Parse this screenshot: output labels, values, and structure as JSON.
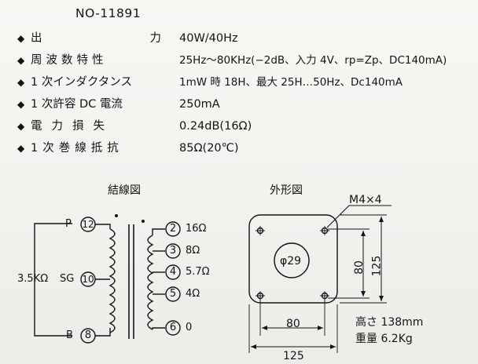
{
  "model": "NO-11891",
  "specs": [
    {
      "bullet": "◆",
      "label": "出　　力",
      "value": "40W/40Hz"
    },
    {
      "bullet": "◆",
      "label": "周波数特性",
      "value": "25Hz～80KHz(−2dB、入力 4V、rp=Zp、DC140mA)"
    },
    {
      "bullet": "◆",
      "label": "1 次インダクタンス",
      "value": "1mW 時 18H、最大 25H…50Hz、Dc140mA"
    },
    {
      "bullet": "◆",
      "label": "1 次許容 DC 電流",
      "value": "250mA"
    },
    {
      "bullet": "◆",
      "label": "電力損失",
      "value": "0.24dB(16Ω)"
    },
    {
      "bullet": "◆",
      "label": "1次巻線抵抗",
      "value": "85Ω(20℃)"
    }
  ],
  "wiring": {
    "title": "結線図",
    "impedance": "3.5KΩ",
    "primary": [
      {
        "name": "P",
        "pin": "12"
      },
      {
        "name": "SG",
        "pin": "10"
      },
      {
        "name": "B",
        "pin": "8"
      }
    ],
    "secondary": [
      {
        "pin": "2",
        "tap": "16Ω"
      },
      {
        "pin": "3",
        "tap": "8Ω"
      },
      {
        "pin": "4",
        "tap": "5.7Ω"
      },
      {
        "pin": "5",
        "tap": "4Ω"
      },
      {
        "pin": "6",
        "tap": "0"
      }
    ]
  },
  "outline": {
    "title": "外形図",
    "hole": "M4×4",
    "center": "φ29",
    "dim_hole_horizontal": "80",
    "dim_hole_vertical": "80",
    "dim_total_horizontal": "125",
    "dim_total_vertical": "125",
    "height": "高さ 138mm",
    "weight": "重量 6.2Kg"
  },
  "colors": {
    "ink": "#141414",
    "paper": "#f4f4f1"
  }
}
